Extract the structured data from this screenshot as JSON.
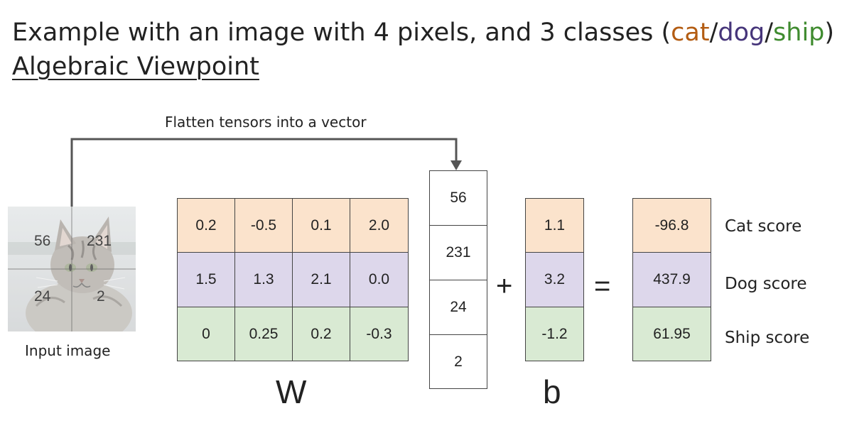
{
  "title": {
    "prefix": "Example with an image with 4 pixels, and 3 classes (",
    "cat": "cat",
    "sep1": "/",
    "dog": "dog",
    "sep2": "/",
    "ship": "ship",
    "suffix": ")",
    "cat_color": "#b35c12",
    "dog_color": "#46357a",
    "ship_color": "#3f8b2f"
  },
  "subtitle": "Algebraic Viewpoint",
  "flatten_label": "Flatten tensors into a vector",
  "input_image": {
    "label": "Input image",
    "pixels": [
      "56",
      "231",
      "24",
      "2"
    ],
    "icon": "cat-photo"
  },
  "W": {
    "label": "W",
    "rows": [
      [
        "0.2",
        "-0.5",
        "0.1",
        "2.0"
      ],
      [
        "1.5",
        "1.3",
        "2.1",
        "0.0"
      ],
      [
        "0",
        "0.25",
        "0.2",
        "-0.3"
      ]
    ]
  },
  "x": {
    "values": [
      "56",
      "231",
      "24",
      "2"
    ]
  },
  "plus": "+",
  "b": {
    "label": "b",
    "values": [
      "1.1",
      "3.2",
      "-1.2"
    ]
  },
  "equals": "=",
  "scores": {
    "values": [
      "-96.8",
      "437.9",
      "61.95"
    ],
    "labels": [
      "Cat score",
      "Dog score",
      "Ship score"
    ]
  },
  "colors": {
    "cat_row": "#fbe3cc",
    "dog_row": "#ddd7eb",
    "ship_row": "#d9ead3",
    "arrow": "#555555"
  }
}
